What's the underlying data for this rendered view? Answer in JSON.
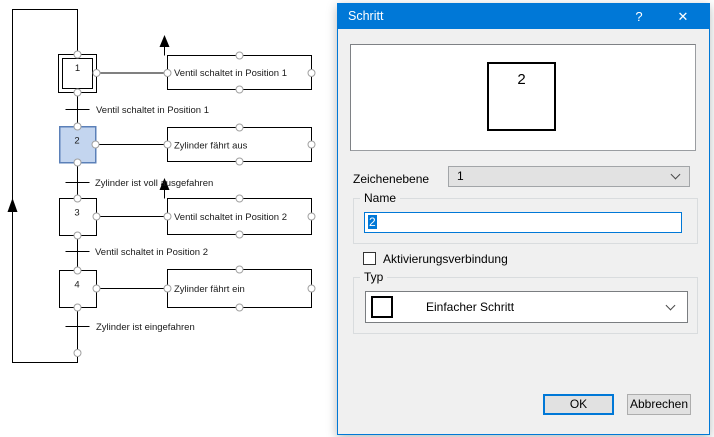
{
  "diagram": {
    "steps": [
      {
        "number": "1",
        "type": "initial-step"
      },
      {
        "number": "2",
        "type": "selected-step"
      },
      {
        "number": "3",
        "type": "simple-step"
      },
      {
        "number": "4",
        "type": "simple-step"
      }
    ],
    "action_labels": [
      "Ventil schaltet in Position 1",
      "Zylinder fährt aus",
      "Ventil schaltet in Position 2",
      "Zylinder fährt ein"
    ],
    "transition_labels": [
      "Ventil schaltet in Position 1",
      "Zylinder ist voll ausgefahren",
      "Ventil schaltet in Position 2",
      "Zylinder ist eingefahren"
    ]
  },
  "dialog": {
    "title": "Schritt",
    "help_button": "?",
    "close_button": "✕",
    "preview": {
      "step_number": "2"
    },
    "fields": {
      "zeichenebene_label": "Zeichenebene",
      "zeichenebene_value": "1",
      "name_group_label": "Name",
      "name_value": "2",
      "aktivierung_label": "Aktivierungsverbindung",
      "aktivierung_checked": false,
      "typ_group_label": "Typ",
      "typ_value": "Einfacher Schritt"
    },
    "buttons": {
      "ok": "OK",
      "cancel": "Abbrechen"
    }
  },
  "colors": {
    "titlebar": "#0078D7",
    "accent": "#0078D7",
    "dialog_bg": "#F0F0F0",
    "button_bg": "#E1E1E1",
    "selected_step_fill": "#C3D5EF",
    "selected_step_border": "#5B80B8"
  }
}
